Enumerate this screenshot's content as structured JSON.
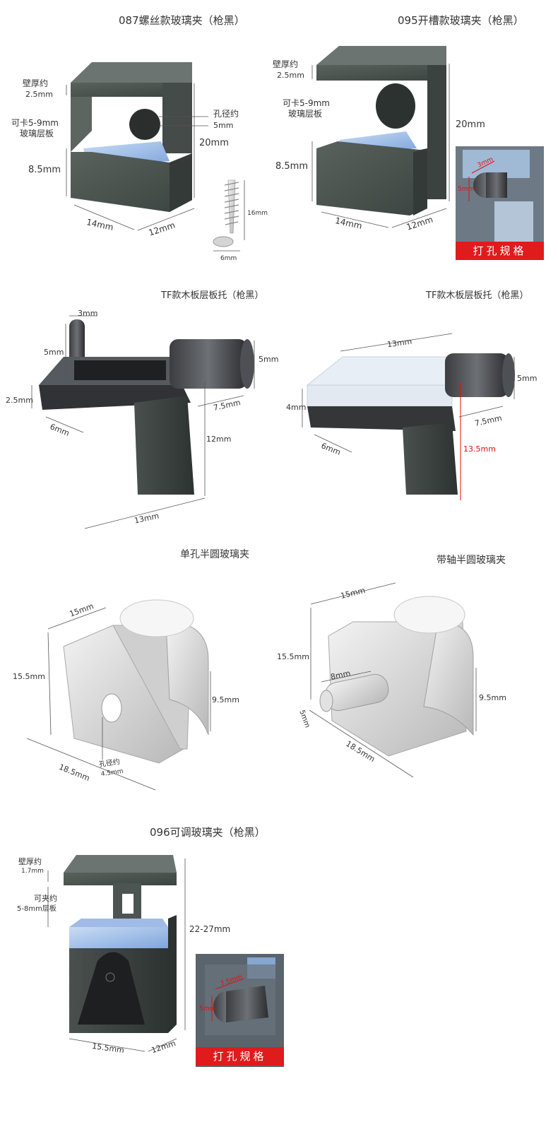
{
  "titles": {
    "p087": "087螺丝款玻璃夹（枪黑）",
    "p095": "095开槽款玻璃夹（枪黑）",
    "tf1": "TF款木板层板托（枪黑）",
    "tf2": "TF款木板层板托（枪黑）",
    "single": "单孔半圆玻璃夹",
    "axis": "带轴半圆玻璃夹",
    "p096": "096可调玻璃夹（枪黑）"
  },
  "p087": {
    "wall_label": "壁厚约",
    "wall_value": "2.5mm",
    "fit_label_1": "可卡5-9mm",
    "fit_label_2": "玻璃层板",
    "hole_label": "孔径约",
    "hole_value": "5mm",
    "height": "20mm",
    "lower": "8.5mm",
    "width": "14mm",
    "depth": "12mm",
    "screw_len": "16mm",
    "screw_head": "6mm"
  },
  "p095": {
    "wall_label": "壁厚约",
    "wall_value": "2.5mm",
    "fit_label_1": "可卡5-9mm",
    "fit_label_2": "玻璃层板",
    "height": "20mm",
    "lower": "8.5mm",
    "width": "14mm",
    "depth": "12mm",
    "inset_a": "3mm",
    "inset_b": "5mm",
    "badge": "打孔规格"
  },
  "tf1": {
    "pin_w": "3mm",
    "pin_h": "5mm",
    "shaft_d": "5mm",
    "base_t": "2.5mm",
    "shaft_len": "7.5mm",
    "width": "6mm",
    "drop": "12mm",
    "length": "13mm"
  },
  "tf2": {
    "top_len": "13mm",
    "shaft_d": "5mm",
    "pad_t": "4mm",
    "shaft_len": "7.5mm",
    "width": "6mm",
    "drop": "13.5mm"
  },
  "single": {
    "top": "15mm",
    "height": "15.5mm",
    "inner": "9.5mm",
    "base": "18.5mm",
    "hole_label": "孔径约",
    "hole_value": "4.5mm"
  },
  "axis": {
    "top": "15mm",
    "height": "15.5mm",
    "pin_len": "8mm",
    "pin_d": "5mm",
    "inner": "9.5mm",
    "base": "18.5mm"
  },
  "p096": {
    "wall_label": "壁厚约",
    "wall_value": "1.7mm",
    "fit_label_1": "可夹约",
    "fit_label_2": "5-8mm层板",
    "height": "22-27mm",
    "width": "15.5mm",
    "depth": "12mm",
    "inset_a": "7.5mm",
    "inset_b": "5mm",
    "badge": "打孔规格"
  }
}
